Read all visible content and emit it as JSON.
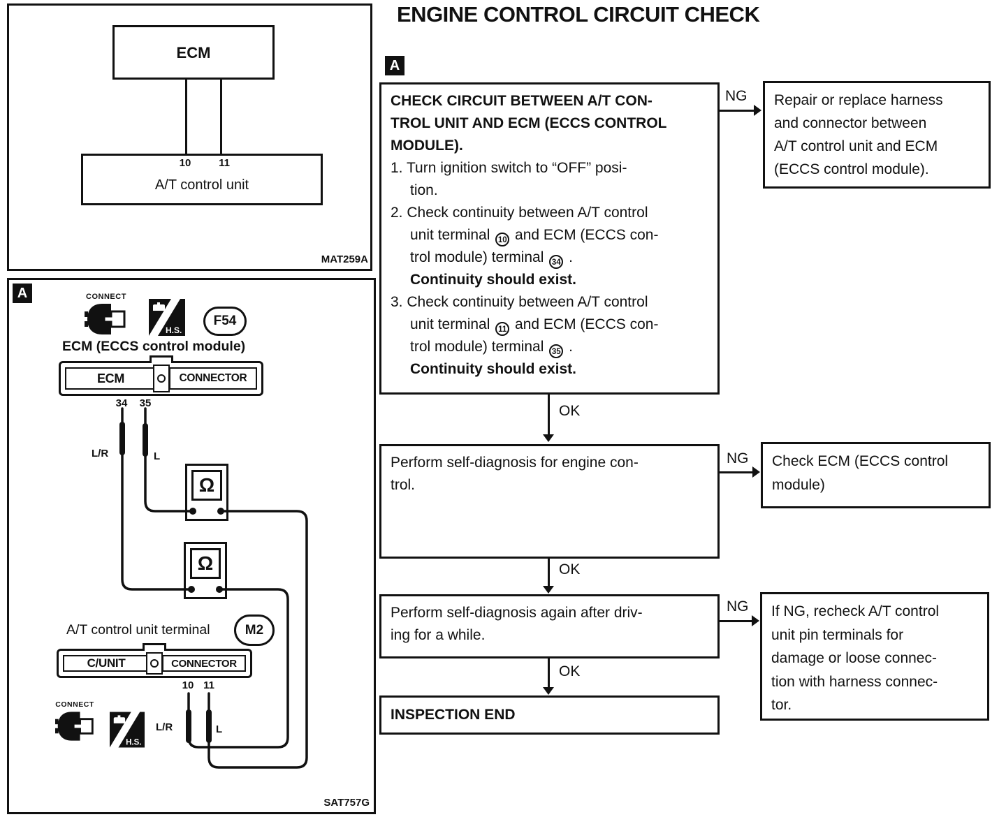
{
  "page": {
    "title": "ENGINE CONTROL CIRCUIT CHECK"
  },
  "badges": {
    "flow_section": "A",
    "diagram_section": "A"
  },
  "diagram_top": {
    "ecm_label": "ECM",
    "pin_left": "10",
    "pin_right": "11",
    "unit_label": "A/T control unit",
    "figure_code": "MAT259A"
  },
  "diagram_bottom": {
    "connect_top": "CONNECT",
    "hs_top": "H.S.",
    "ecm_connector_ref": "F54",
    "ecm_caption": "ECM (ECCS control module)",
    "ecm_strip_left": "ECM",
    "ecm_strip_right": "CONNECTOR",
    "pin34": "34",
    "pin35": "35",
    "wire_lr_top": "L/R",
    "wire_l_top": "L",
    "ohm_symbol": "Ω",
    "unit_caption": "A/T control unit terminal",
    "unit_connector_ref": "M2",
    "unit_strip_left": "C/UNIT",
    "unit_strip_right": "CONNECTOR",
    "pin10": "10",
    "pin11": "11",
    "wire_lr_bottom": "L/R",
    "wire_l_bottom": "L",
    "connect_bottom": "CONNECT",
    "hs_bottom": "H.S.",
    "figure_code": "SAT757G"
  },
  "flowchart": {
    "ng_label": "NG",
    "ok_label": "OK",
    "step1": {
      "lines": [
        {
          "t": "CHECK CIRCUIT BETWEEN A/T CON-",
          "b": 1
        },
        {
          "t": "TROL UNIT AND ECM (ECCS CONTROL",
          "b": 1
        },
        {
          "t": "MODULE).",
          "b": 1
        },
        {
          "t": "1. Turn ignition switch to “OFF” posi-"
        },
        {
          "t": "tion.",
          "i": 1
        },
        {
          "t": "2. Check continuity between A/T control"
        },
        {
          "t": "unit terminal {10} and ECM (ECCS con-",
          "i": 1
        },
        {
          "t": "trol module) terminal {34} .",
          "i": 1
        },
        {
          "t": "Continuity should exist.",
          "b": 1,
          "i": 1
        },
        {
          "t": "3. Check continuity between A/T control"
        },
        {
          "t": "unit terminal {11} and ECM (ECCS con-",
          "i": 1
        },
        {
          "t": "trol module) terminal {35} .",
          "i": 1
        },
        {
          "t": "Continuity should exist.",
          "b": 1,
          "i": 1
        }
      ]
    },
    "result1": {
      "lines": [
        "Repair or replace harness",
        "and connector between",
        "A/T control unit and ECM",
        "(ECCS control module)."
      ]
    },
    "step2": {
      "lines": [
        "Perform self-diagnosis for engine con-",
        "trol."
      ]
    },
    "result2": {
      "lines": [
        "Check ECM (ECCS control",
        "module)"
      ]
    },
    "step3": {
      "lines": [
        "Perform self-diagnosis again after driv-",
        "ing for a while."
      ]
    },
    "result3": {
      "lines": [
        "If NG, recheck A/T control",
        "unit pin terminals for",
        "damage or loose connec-",
        "tion with harness connec-",
        "tor."
      ]
    },
    "end": {
      "lines": [
        {
          "t": "INSPECTION END",
          "b": 1
        }
      ]
    }
  }
}
